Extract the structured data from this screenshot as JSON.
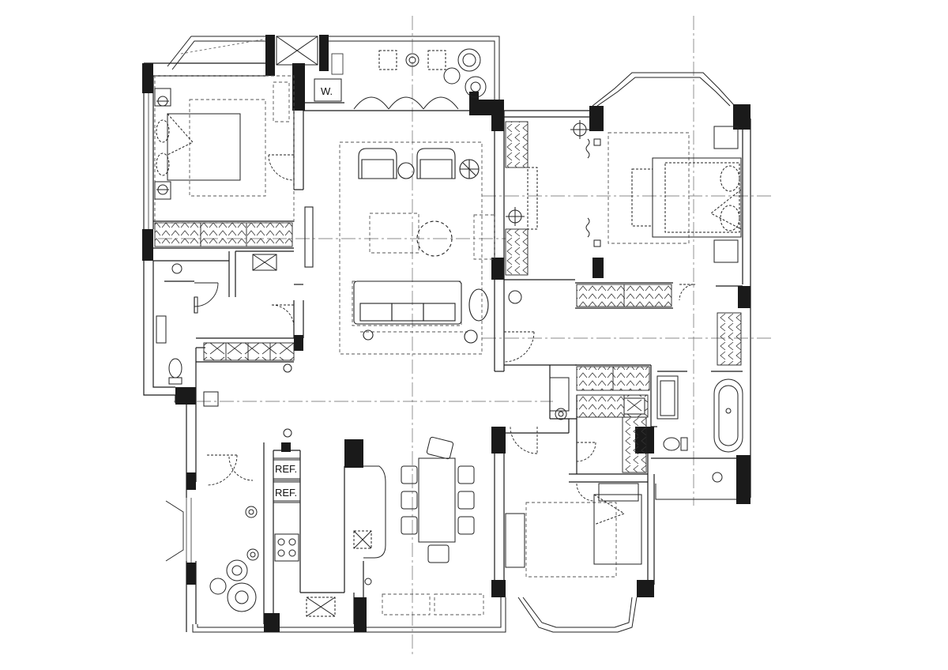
{
  "plan": {
    "labels": {
      "washer": "W.",
      "fridge_1": "REF.",
      "fridge_2": "REF."
    },
    "colors": {
      "wall": "#1a1a1a",
      "line": "#222222",
      "dash": "#555555",
      "background": "#ffffff"
    }
  }
}
